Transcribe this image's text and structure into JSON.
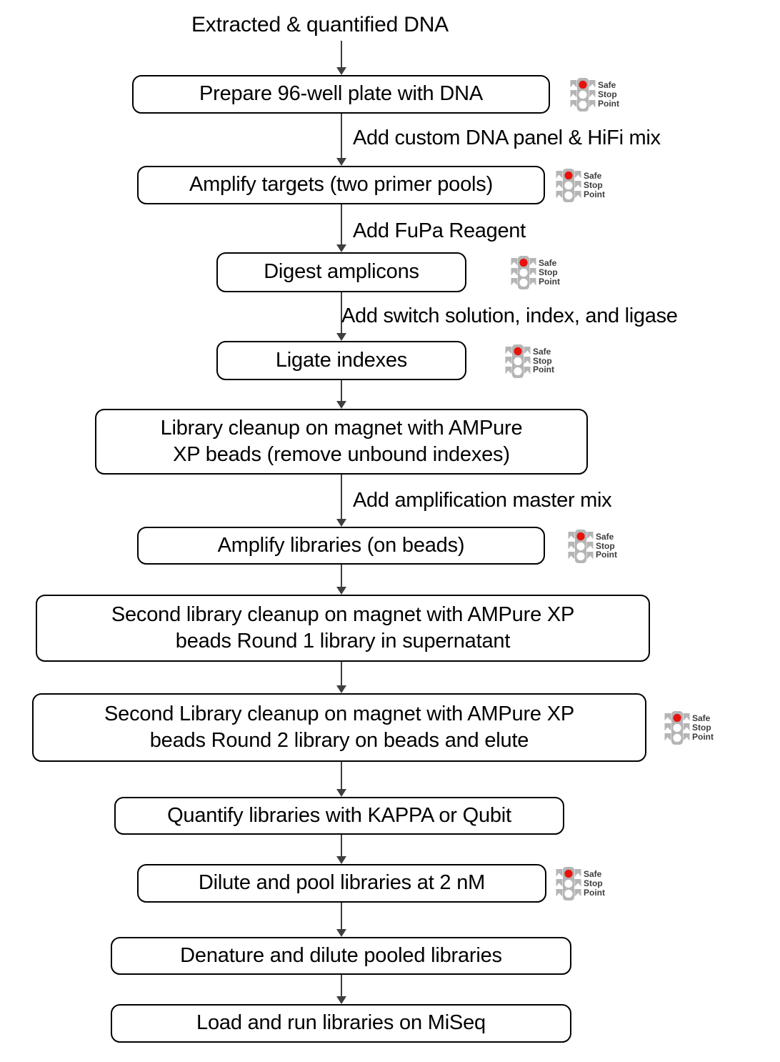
{
  "diagram": {
    "title_text": "Extracted & quantified DNA",
    "colors": {
      "box_border": "#000000",
      "box_fill": "#ffffff",
      "text": "#000000",
      "connector": "#3f3f3f",
      "traffic_light_body": "#b5b5b5",
      "traffic_light_red": "#e8120c",
      "traffic_light_lamp_off": "#ffffff",
      "badge_text": "#3d3d3d"
    },
    "badge": {
      "line1": "Safe",
      "line2": "Stop",
      "line3": "Point",
      "icon": "traffic-light-icon"
    },
    "nodes": [
      {
        "id": "n1",
        "text": "Prepare 96-well plate with DNA",
        "lines": [
          "Prepare 96-well plate with DNA"
        ],
        "has_badge": true
      },
      {
        "id": "n2",
        "text": "Amplify targets (two primer pools)",
        "lines": [
          "Amplify targets (two primer pools)"
        ],
        "has_badge": true
      },
      {
        "id": "n3",
        "text": "Digest amplicons",
        "lines": [
          "Digest amplicons"
        ],
        "has_badge": true
      },
      {
        "id": "n4",
        "text": "Ligate indexes",
        "lines": [
          "Ligate indexes"
        ],
        "has_badge": true
      },
      {
        "id": "n5",
        "text": "Library cleanup on magnet with AMPure XP beads (remove unbound indexes)",
        "lines": [
          "Library cleanup on magnet with AMPure",
          "XP beads (remove unbound indexes)"
        ],
        "has_badge": false
      },
      {
        "id": "n6",
        "text": "Amplify libraries (on beads)",
        "lines": [
          "Amplify libraries (on beads)"
        ],
        "has_badge": true
      },
      {
        "id": "n7",
        "text": "Second library cleanup on magnet with AMPure XP beads Round 1 library in supernatant",
        "lines": [
          "Second library cleanup on magnet with AMPure XP",
          "beads Round 1 library in supernatant"
        ],
        "has_badge": false
      },
      {
        "id": "n8",
        "text": "Second Library cleanup on magnet with AMPure XP beads Round 2 library on beads and elute",
        "lines": [
          "Second Library cleanup on magnet with AMPure XP",
          "beads Round 2 library on beads and elute"
        ],
        "has_badge": true
      },
      {
        "id": "n9",
        "text": "Quantify libraries with KAPPA or Qubit",
        "lines": [
          "Quantify libraries with KAPPA or Qubit"
        ],
        "has_badge": false
      },
      {
        "id": "n10",
        "text": "Dilute and pool libraries at 2 nM",
        "lines": [
          "Dilute and pool libraries at 2 nM"
        ],
        "has_badge": true
      },
      {
        "id": "n11",
        "text": "Denature and dilute pooled libraries",
        "lines": [
          "Denature and dilute pooled libraries"
        ],
        "has_badge": false
      },
      {
        "id": "n12",
        "text": "Load and run libraries on MiSeq",
        "lines": [
          "Load and run libraries on MiSeq"
        ],
        "has_badge": false
      }
    ],
    "edge_labels": [
      {
        "id": "e1",
        "text": "Add custom DNA panel & HiFi mix"
      },
      {
        "id": "e2",
        "text": "Add FuPa Reagent"
      },
      {
        "id": "e3",
        "text": "Add switch solution, index, and ligase"
      },
      {
        "id": "e4",
        "text": "Add amplification master mix"
      }
    ]
  },
  "chart_data": {
    "type": "flowchart",
    "title": "Extracted & quantified DNA",
    "orientation": "top-to-bottom",
    "steps": [
      "Prepare 96-well plate with DNA",
      "Amplify targets (two primer pools)",
      "Digest amplicons",
      "Ligate indexes",
      "Library cleanup on magnet with AMPure XP beads (remove unbound indexes)",
      "Amplify libraries (on beads)",
      "Second library cleanup on magnet with AMPure XP beads Round 1 library in supernatant",
      "Second Library cleanup on magnet with AMPure XP beads Round 2 library on beads and elute",
      "Quantify libraries with KAPPA or Qubit",
      "Dilute and pool libraries at 2 nM",
      "Denature and dilute pooled libraries",
      "Load and run libraries on MiSeq"
    ],
    "transition_labels": [
      {
        "from": "Prepare 96-well plate with DNA",
        "to": "Amplify targets (two primer pools)",
        "label": "Add custom DNA panel & HiFi mix"
      },
      {
        "from": "Amplify targets (two primer pools)",
        "to": "Digest amplicons",
        "label": "Add FuPa Reagent"
      },
      {
        "from": "Digest amplicons",
        "to": "Ligate indexes",
        "label": "Add switch solution, index, and ligase"
      },
      {
        "from": "Library cleanup on magnet with AMPure XP beads (remove unbound indexes)",
        "to": "Amplify libraries (on beads)",
        "label": "Add amplification master mix"
      }
    ],
    "safe_stop_points": [
      "Prepare 96-well plate with DNA",
      "Amplify targets (two primer pools)",
      "Digest amplicons",
      "Ligate indexes",
      "Amplify libraries (on beads)",
      "Second Library cleanup on magnet with AMPure XP beads Round 2 library on beads and elute",
      "Dilute and pool libraries at 2 nM"
    ],
    "safe_stop_point_label": "Safe Stop Point"
  }
}
